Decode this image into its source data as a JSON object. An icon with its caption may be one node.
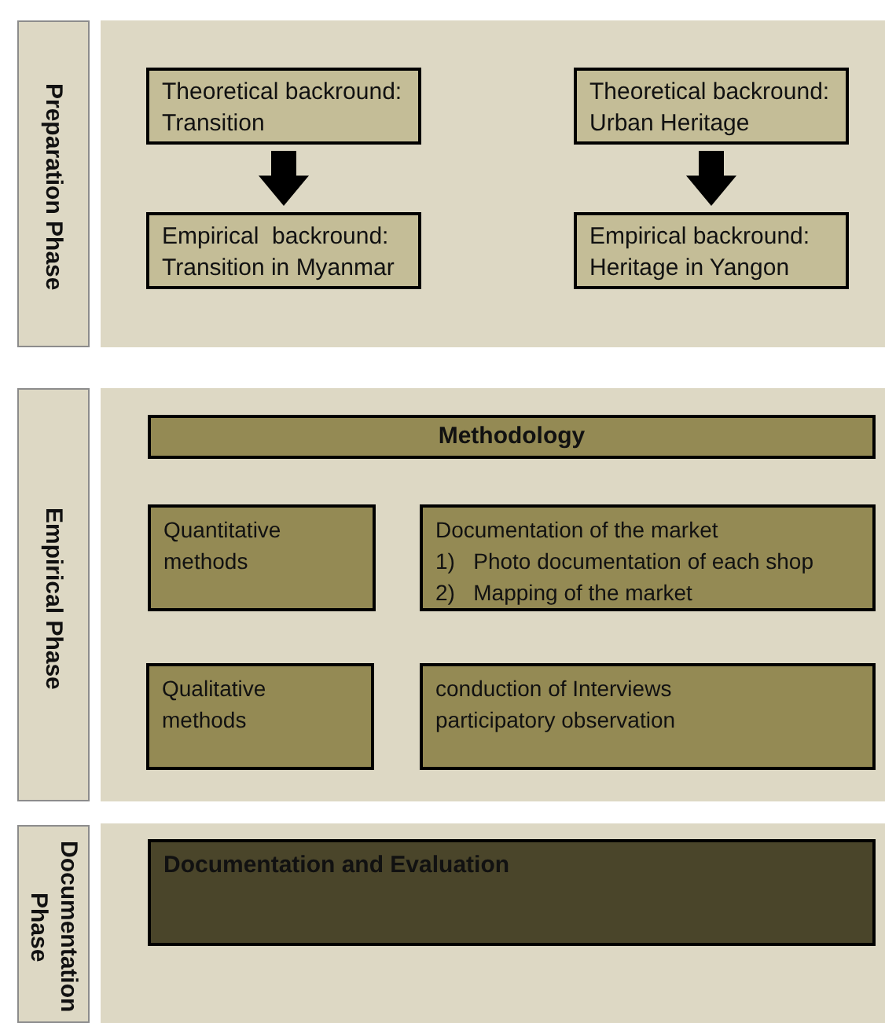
{
  "diagram": {
    "nodes": [
      {
        "text": [
          "Preparation Phase"
        ]
      },
      {
        "text": [],
        "shape": "box"
      },
      {
        "text": [
          "Theoretical backround: Transition"
        ],
        "in": 1
      },
      {
        "text": [
          "Empirical  backround: Transition in Myanmar"
        ],
        "in": 1
      },
      {
        "text": [
          "Theoretical backround: Urban Heritage"
        ],
        "in": 1
      },
      {
        "text": [
          "Empirical backround: Heritage in Yangon"
        ],
        "in": 1
      },
      {
        "text": [
          "Empirical  Phase"
        ]
      },
      {
        "text": [],
        "shape": "box"
      },
      {
        "text": [
          "Methodology"
        ],
        "in": 7
      },
      {
        "text": [
          "Quantitative methods"
        ],
        "in": 7
      },
      {
        "text": [
          "Documentation of the market",
          "1)   Photo documentation of each shop",
          "2)   Mapping of the market"
        ],
        "in": 7
      },
      {
        "text": [
          "Qualitative methods"
        ],
        "in": 7
      },
      {
        "text": [
          "conduction of Interviews",
          "participatory observation"
        ],
        "in": 7
      },
      {
        "text": [
          "Documentation Phase"
        ]
      },
      {
        "text": [],
        "shape": "box"
      },
      {
        "text": [
          "Documentation and Evaluation"
        ],
        "in": 14
      }
    ],
    "edges": [
      {
        "from": 2,
        "to": 3,
        "arrow": "to",
        "style": "thick"
      },
      {
        "from": 4,
        "to": 5,
        "arrow": "to",
        "style": "thick"
      }
    ]
  }
}
